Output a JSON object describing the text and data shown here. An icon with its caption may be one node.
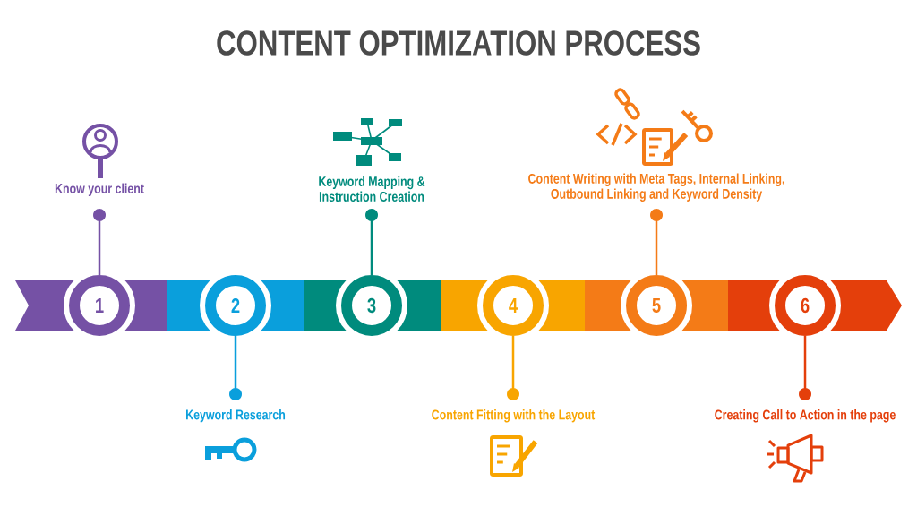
{
  "diagram": {
    "title": "CONTENT OPTIMIZATION PROCESS",
    "nodes": [
      {
        "text": [
          "1"
        ]
      },
      {
        "text": [
          "Know your client"
        ]
      },
      {
        "text": [
          "2"
        ]
      },
      {
        "text": [
          "Keyword Research"
        ]
      },
      {
        "text": [
          "3"
        ]
      },
      {
        "text": [
          "Keyword Mapping & Instruction Creation"
        ]
      },
      {
        "text": [
          "4"
        ]
      },
      {
        "text": [
          "Content Fitting with the Layout"
        ]
      },
      {
        "text": [
          "5"
        ]
      },
      {
        "text": [
          "Content Writing with Meta Tags, Internal Linking, Outbound Linking and Keyword Density"
        ]
      },
      {
        "text": [
          "6"
        ]
      },
      {
        "text": [
          "Creating Call to Action in the page"
        ]
      }
    ],
    "edges": [
      {
        "from": 0,
        "to": 1,
        "arrow": "other",
        "color": "#7551a5"
      },
      {
        "from": 2,
        "to": 3,
        "arrow": "other",
        "color": "#0a9fdc"
      },
      {
        "from": 4,
        "to": 5,
        "arrow": "other",
        "color": "#008b7d"
      },
      {
        "from": 6,
        "to": 7,
        "arrow": "other",
        "color": "#f8a500"
      },
      {
        "from": 8,
        "to": 9,
        "arrow": "other",
        "color": "#f47b17"
      },
      {
        "from": 10,
        "to": 11,
        "arrow": "other",
        "color": "#e43f0b"
      }
    ]
  }
}
